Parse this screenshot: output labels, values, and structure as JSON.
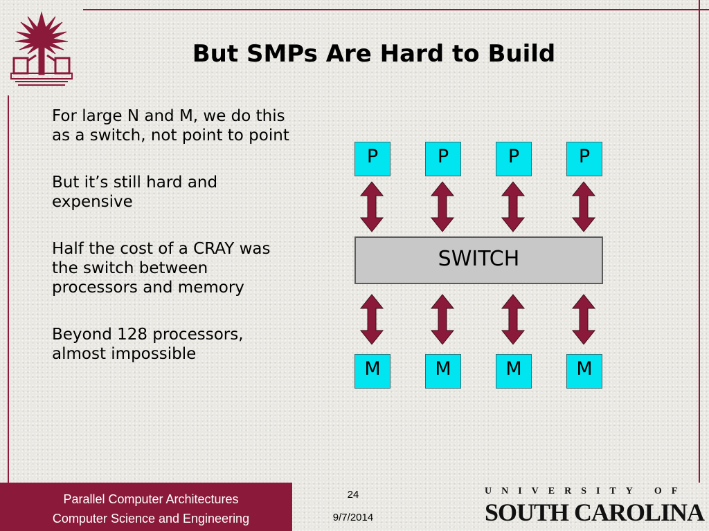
{
  "slide": {
    "title": "But SMPs Are Hard to Build",
    "bullets": [
      "For large N and M, we do this as a switch, not point to point",
      "But it’s still hard and expensive",
      "Half the cost of a CRAY was the switch between processors and memory",
      "Beyond 128 processors, almost impossible"
    ]
  },
  "diagram": {
    "processors": [
      "P",
      "P",
      "P",
      "P"
    ],
    "memories": [
      "M",
      "M",
      "M",
      "M"
    ],
    "switch_label": "SWITCH",
    "colors": {
      "box_fill": "#00e5f0",
      "arrow_fill": "#8b1a3a",
      "switch_fill": "#c8c8c8"
    }
  },
  "footer": {
    "line1": "Parallel Computer Architectures",
    "line2": "Computer Science and Engineering",
    "page_number": "24",
    "date": "9/7/2014",
    "logo_text_top": "UNIVERSITY OF",
    "logo_text_bottom": "SOUTH CAROLINA"
  },
  "colors": {
    "accent": "#8b1a3a",
    "background": "#e9e8e3"
  }
}
